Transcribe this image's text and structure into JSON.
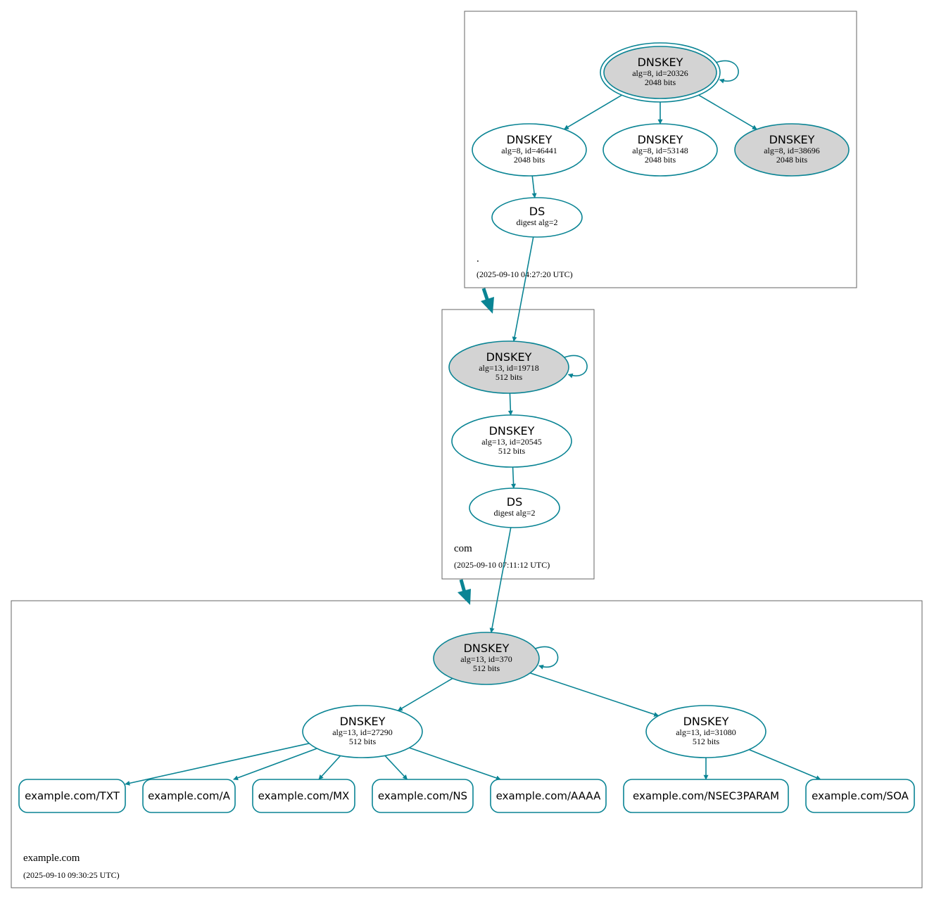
{
  "colors": {
    "edge": "#0a8494",
    "signing_key_fill": "#d3d3d3",
    "plain_fill": "#ffffff",
    "zone_border": "#666666"
  },
  "zones": [
    {
      "id": "root",
      "name": ".",
      "timestamp": "(2025-09-10 04:27:20 UTC)"
    },
    {
      "id": "com",
      "name": "com",
      "timestamp": "(2025-09-10 07:11:12 UTC)"
    },
    {
      "id": "example",
      "name": "example.com",
      "timestamp": "(2025-09-10 09:30:25 UTC)"
    }
  ],
  "nodes": [
    {
      "id": "root_ksk",
      "kind": "dnskey",
      "title": "DNSKEY",
      "line1": "alg=8, id=20326",
      "line2": "2048 bits",
      "fill": "gray",
      "trust_anchor": true
    },
    {
      "id": "root_46441",
      "kind": "dnskey",
      "title": "DNSKEY",
      "line1": "alg=8, id=46441",
      "line2": "2048 bits",
      "fill": "white"
    },
    {
      "id": "root_53148",
      "kind": "dnskey",
      "title": "DNSKEY",
      "line1": "alg=8, id=53148",
      "line2": "2048 bits",
      "fill": "white"
    },
    {
      "id": "root_38696",
      "kind": "dnskey",
      "title": "DNSKEY",
      "line1": "alg=8, id=38696",
      "line2": "2048 bits",
      "fill": "gray"
    },
    {
      "id": "com_ds",
      "kind": "ds",
      "title": "DS",
      "line1": "digest alg=2",
      "fill": "white"
    },
    {
      "id": "com_ksk",
      "kind": "dnskey",
      "title": "DNSKEY",
      "line1": "alg=13, id=19718",
      "line2": "512 bits",
      "fill": "gray"
    },
    {
      "id": "com_zsk",
      "kind": "dnskey",
      "title": "DNSKEY",
      "line1": "alg=13, id=20545",
      "line2": "512 bits",
      "fill": "white"
    },
    {
      "id": "ex_ds",
      "kind": "ds",
      "title": "DS",
      "line1": "digest alg=2",
      "fill": "white"
    },
    {
      "id": "ex_ksk",
      "kind": "dnskey",
      "title": "DNSKEY",
      "line1": "alg=13, id=370",
      "line2": "512 bits",
      "fill": "gray"
    },
    {
      "id": "ex_27290",
      "kind": "dnskey",
      "title": "DNSKEY",
      "line1": "alg=13, id=27290",
      "line2": "512 bits",
      "fill": "white"
    },
    {
      "id": "ex_31080",
      "kind": "dnskey",
      "title": "DNSKEY",
      "line1": "alg=13, id=31080",
      "line2": "512 bits",
      "fill": "white"
    },
    {
      "id": "rr_txt",
      "kind": "rrset",
      "label": "example.com/TXT"
    },
    {
      "id": "rr_a",
      "kind": "rrset",
      "label": "example.com/A"
    },
    {
      "id": "rr_mx",
      "kind": "rrset",
      "label": "example.com/MX"
    },
    {
      "id": "rr_ns",
      "kind": "rrset",
      "label": "example.com/NS"
    },
    {
      "id": "rr_aaaa",
      "kind": "rrset",
      "label": "example.com/AAAA"
    },
    {
      "id": "rr_nsec3param",
      "kind": "rrset",
      "label": "example.com/NSEC3PARAM"
    },
    {
      "id": "rr_soa",
      "kind": "rrset",
      "label": "example.com/SOA"
    }
  ],
  "edges": [
    {
      "from": "root_ksk",
      "to": "root_ksk"
    },
    {
      "from": "root_ksk",
      "to": "root_46441"
    },
    {
      "from": "root_ksk",
      "to": "root_53148"
    },
    {
      "from": "root_ksk",
      "to": "root_38696"
    },
    {
      "from": "root_46441",
      "to": "com_ds"
    },
    {
      "from": "com_ds",
      "to": "com_ksk"
    },
    {
      "from": "com_ksk",
      "to": "com_ksk"
    },
    {
      "from": "com_ksk",
      "to": "com_zsk"
    },
    {
      "from": "com_zsk",
      "to": "ex_ds"
    },
    {
      "from": "ex_ds",
      "to": "ex_ksk"
    },
    {
      "from": "ex_ksk",
      "to": "ex_ksk"
    },
    {
      "from": "ex_ksk",
      "to": "ex_27290"
    },
    {
      "from": "ex_ksk",
      "to": "ex_31080"
    },
    {
      "from": "ex_27290",
      "to": "rr_txt"
    },
    {
      "from": "ex_27290",
      "to": "rr_a"
    },
    {
      "from": "ex_27290",
      "to": "rr_mx"
    },
    {
      "from": "ex_27290",
      "to": "rr_ns"
    },
    {
      "from": "ex_27290",
      "to": "rr_aaaa"
    },
    {
      "from": "ex_31080",
      "to": "rr_nsec3param"
    },
    {
      "from": "ex_31080",
      "to": "rr_soa"
    }
  ],
  "delegations": [
    {
      "from": "root",
      "to": "com"
    },
    {
      "from": "com",
      "to": "example"
    }
  ]
}
